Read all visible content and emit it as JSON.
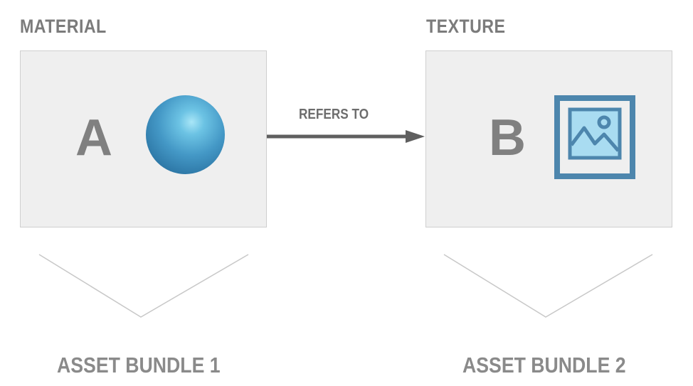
{
  "left": {
    "heading": "MATERIAL",
    "letter": "A",
    "bundle_label": "ASSET BUNDLE 1",
    "icon": "sphere-icon",
    "sphere_color": "#3f8fbf"
  },
  "right": {
    "heading": "TEXTURE",
    "letter": "B",
    "bundle_label": "ASSET BUNDLE 2",
    "icon": "image-icon",
    "icon_color": "#4d86ad",
    "icon_fill": "#a9dcf1"
  },
  "relation": {
    "label": "REFERS TO",
    "color": "#5f5f5f"
  },
  "colors": {
    "box_fill": "#efefef",
    "box_border": "#cfcfcf",
    "text_gray": "#7b7b7b",
    "bracket": "#c8c8c8"
  }
}
